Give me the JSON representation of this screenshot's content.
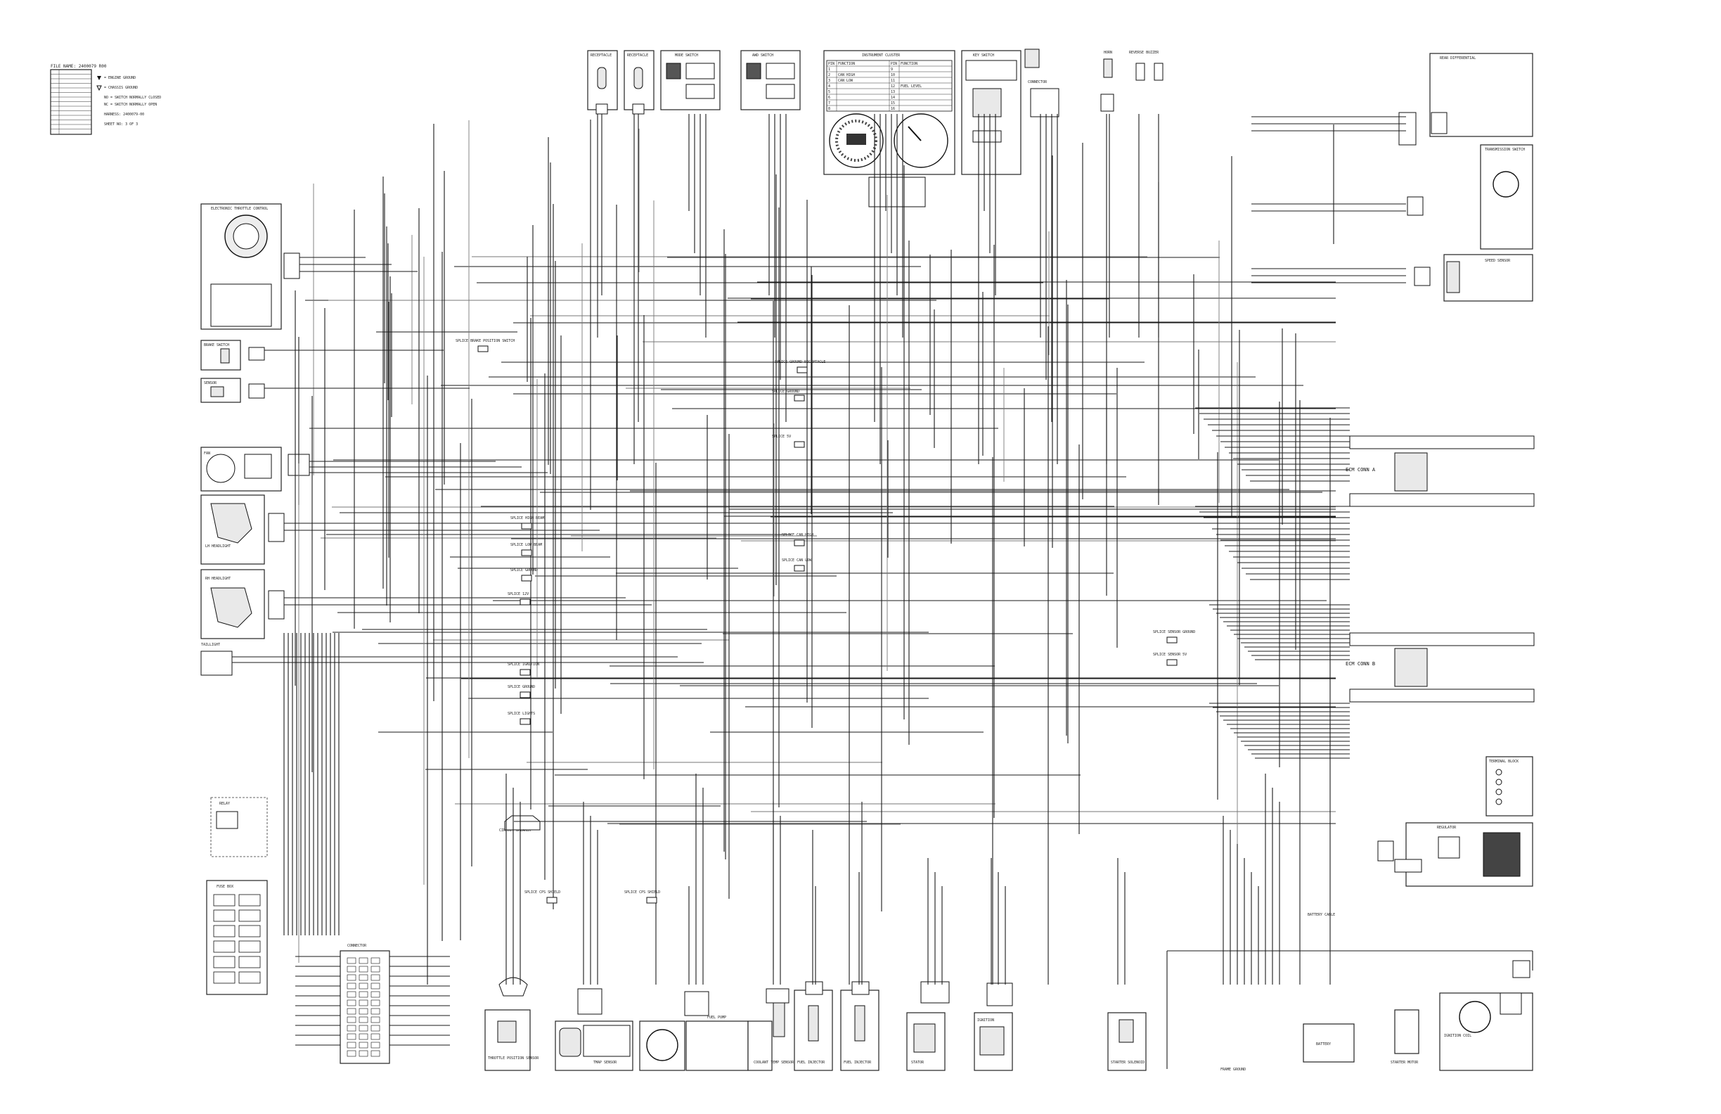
{
  "title_block": {
    "lines": [
      "FILE NAME: 2400079 R00",
      "",
      "",
      "",
      "",
      "",
      "",
      "",
      "",
      "",
      "",
      "",
      "",
      "",
      ""
    ],
    "legend": [
      {
        "symbol": "engine-ground",
        "label": "= ENGINE GROUND"
      },
      {
        "symbol": "chassis-ground",
        "label": "= CHASSIS GROUND"
      },
      {
        "symbol": "switch-no",
        "label": "NO = SWITCH NORMALLY CLOSED"
      },
      {
        "symbol": "switch-nc",
        "label": "NC = SWITCH NORMALLY OPEN"
      }
    ],
    "harness": "HARNESS: 2400079-00",
    "sheet": "SHEET NO: 3 OF 3"
  },
  "top_components": [
    {
      "id": "receptacle-1",
      "label": "RECEPTACLE"
    },
    {
      "id": "receptacle-2",
      "label": "RECEPTACLE"
    },
    {
      "id": "mode-switch",
      "label": "MODE SWITCH"
    },
    {
      "id": "awd-switch",
      "label": "AWD SWITCH"
    },
    {
      "id": "instrument-cluster",
      "label": "INSTRUMENT CLUSTER"
    },
    {
      "id": "key-switch",
      "label": "KEY SWITCH"
    },
    {
      "id": "connector-top",
      "label": "CONNECTOR"
    },
    {
      "id": "horn",
      "label": "HORN"
    },
    {
      "id": "reverse-buzzer",
      "label": "REVERSE BUZZER"
    }
  ],
  "instrument_table": {
    "header": "INSTRUMENT CLUSTER",
    "cols": [
      "PIN",
      "FUNCTION",
      "PIN",
      "FUNCTION"
    ],
    "rows": [
      [
        "1",
        "",
        "9",
        ""
      ],
      [
        "2",
        "CAN HIGH",
        "10",
        ""
      ],
      [
        "3",
        "CAN LOW",
        "11",
        ""
      ],
      [
        "4",
        "",
        "12",
        "FUEL LEVEL"
      ],
      [
        "5",
        "",
        "13",
        ""
      ],
      [
        "6",
        "",
        "14",
        ""
      ],
      [
        "7",
        "",
        "15",
        ""
      ],
      [
        "8",
        "",
        "16",
        ""
      ]
    ]
  },
  "right_components": [
    {
      "id": "rear-diff",
      "label": "REAR DIFFERENTIAL"
    },
    {
      "id": "transmission-switch",
      "label": "TRANSMISSION SWITCH"
    },
    {
      "id": "speed-sensor",
      "label": "SPEED SENSOR"
    },
    {
      "id": "ecm-j1",
      "label": "ECM CONN A"
    },
    {
      "id": "ecm-j2",
      "label": "ECM CONN B"
    },
    {
      "id": "terminal-block",
      "label": "TERMINAL BLOCK"
    },
    {
      "id": "regulator",
      "label": "REGULATOR"
    },
    {
      "id": "battery",
      "label": "BATTERY"
    },
    {
      "id": "starter-motor",
      "label": "STARTER MOTOR"
    },
    {
      "id": "ignition-coil",
      "label": "IGNITION COIL"
    }
  ],
  "left_components": [
    {
      "id": "etc",
      "label": "ELECTRONIC THROTTLE CONTROL"
    },
    {
      "id": "brake-switch",
      "label": "BRAKE SWITCH"
    },
    {
      "id": "oil-sensor",
      "label": "SENSOR"
    },
    {
      "id": "fan",
      "label": "FAN"
    },
    {
      "id": "headlight-lh",
      "label": "LH HEADLIGHT"
    },
    {
      "id": "headlight-rh",
      "label": "RH HEADLIGHT"
    },
    {
      "id": "taillight",
      "label": "TAILLIGHT"
    },
    {
      "id": "relay",
      "label": "RELAY"
    },
    {
      "id": "fuse-box",
      "label": "FUSE BOX"
    },
    {
      "id": "bus-connector",
      "label": "CONNECTOR"
    }
  ],
  "bottom_components": [
    {
      "id": "throttle-position",
      "label": "THROTTLE POSITION SENSOR"
    },
    {
      "id": "tmap",
      "label": "TMAP SENSOR"
    },
    {
      "id": "fuel-pump",
      "label": "FUEL PUMP"
    },
    {
      "id": "coolant-temp",
      "label": "COOLANT TEMP SENSOR"
    },
    {
      "id": "injector-1",
      "label": "FUEL INJECTOR"
    },
    {
      "id": "injector-2",
      "label": "FUEL INJECTOR"
    },
    {
      "id": "stator",
      "label": "STATOR"
    },
    {
      "id": "ignition",
      "label": "IGNITION"
    },
    {
      "id": "starter-solenoid",
      "label": "STARTER SOLENOID"
    },
    {
      "id": "frame-ground",
      "label": "FRAME GROUND"
    }
  ],
  "splices": [
    "SPLICE BRAKE POSITION SWITCH",
    "SPLICE GROUND RECEPTACLE",
    "SPLICE GROUND",
    "SPLICE 5V",
    "SPLICE HIGH BEAM",
    "SPLICE LOW BEAM",
    "SPLICE GROUND",
    "SPLICE 12V",
    "SPLICE IGNITION",
    "SPLICE GROUND",
    "SPLICE LIGHTS",
    "SPLICE CAN HIGH",
    "SPLICE CAN LOW",
    "SPLICE SENSOR GROUND",
    "SPLICE SENSOR 5V",
    "SPLICE CPS SHIELD",
    "SPLICE CPS SHIELD"
  ],
  "ecm_labels": {
    "conn_a": "ECM CONN A",
    "conn_b": "ECM CONN B"
  },
  "circuit_breaker": "CIRCUIT BREAKER",
  "battery_cable": "BATTERY CABLE",
  "frame_ground": "FRAME GROUND"
}
